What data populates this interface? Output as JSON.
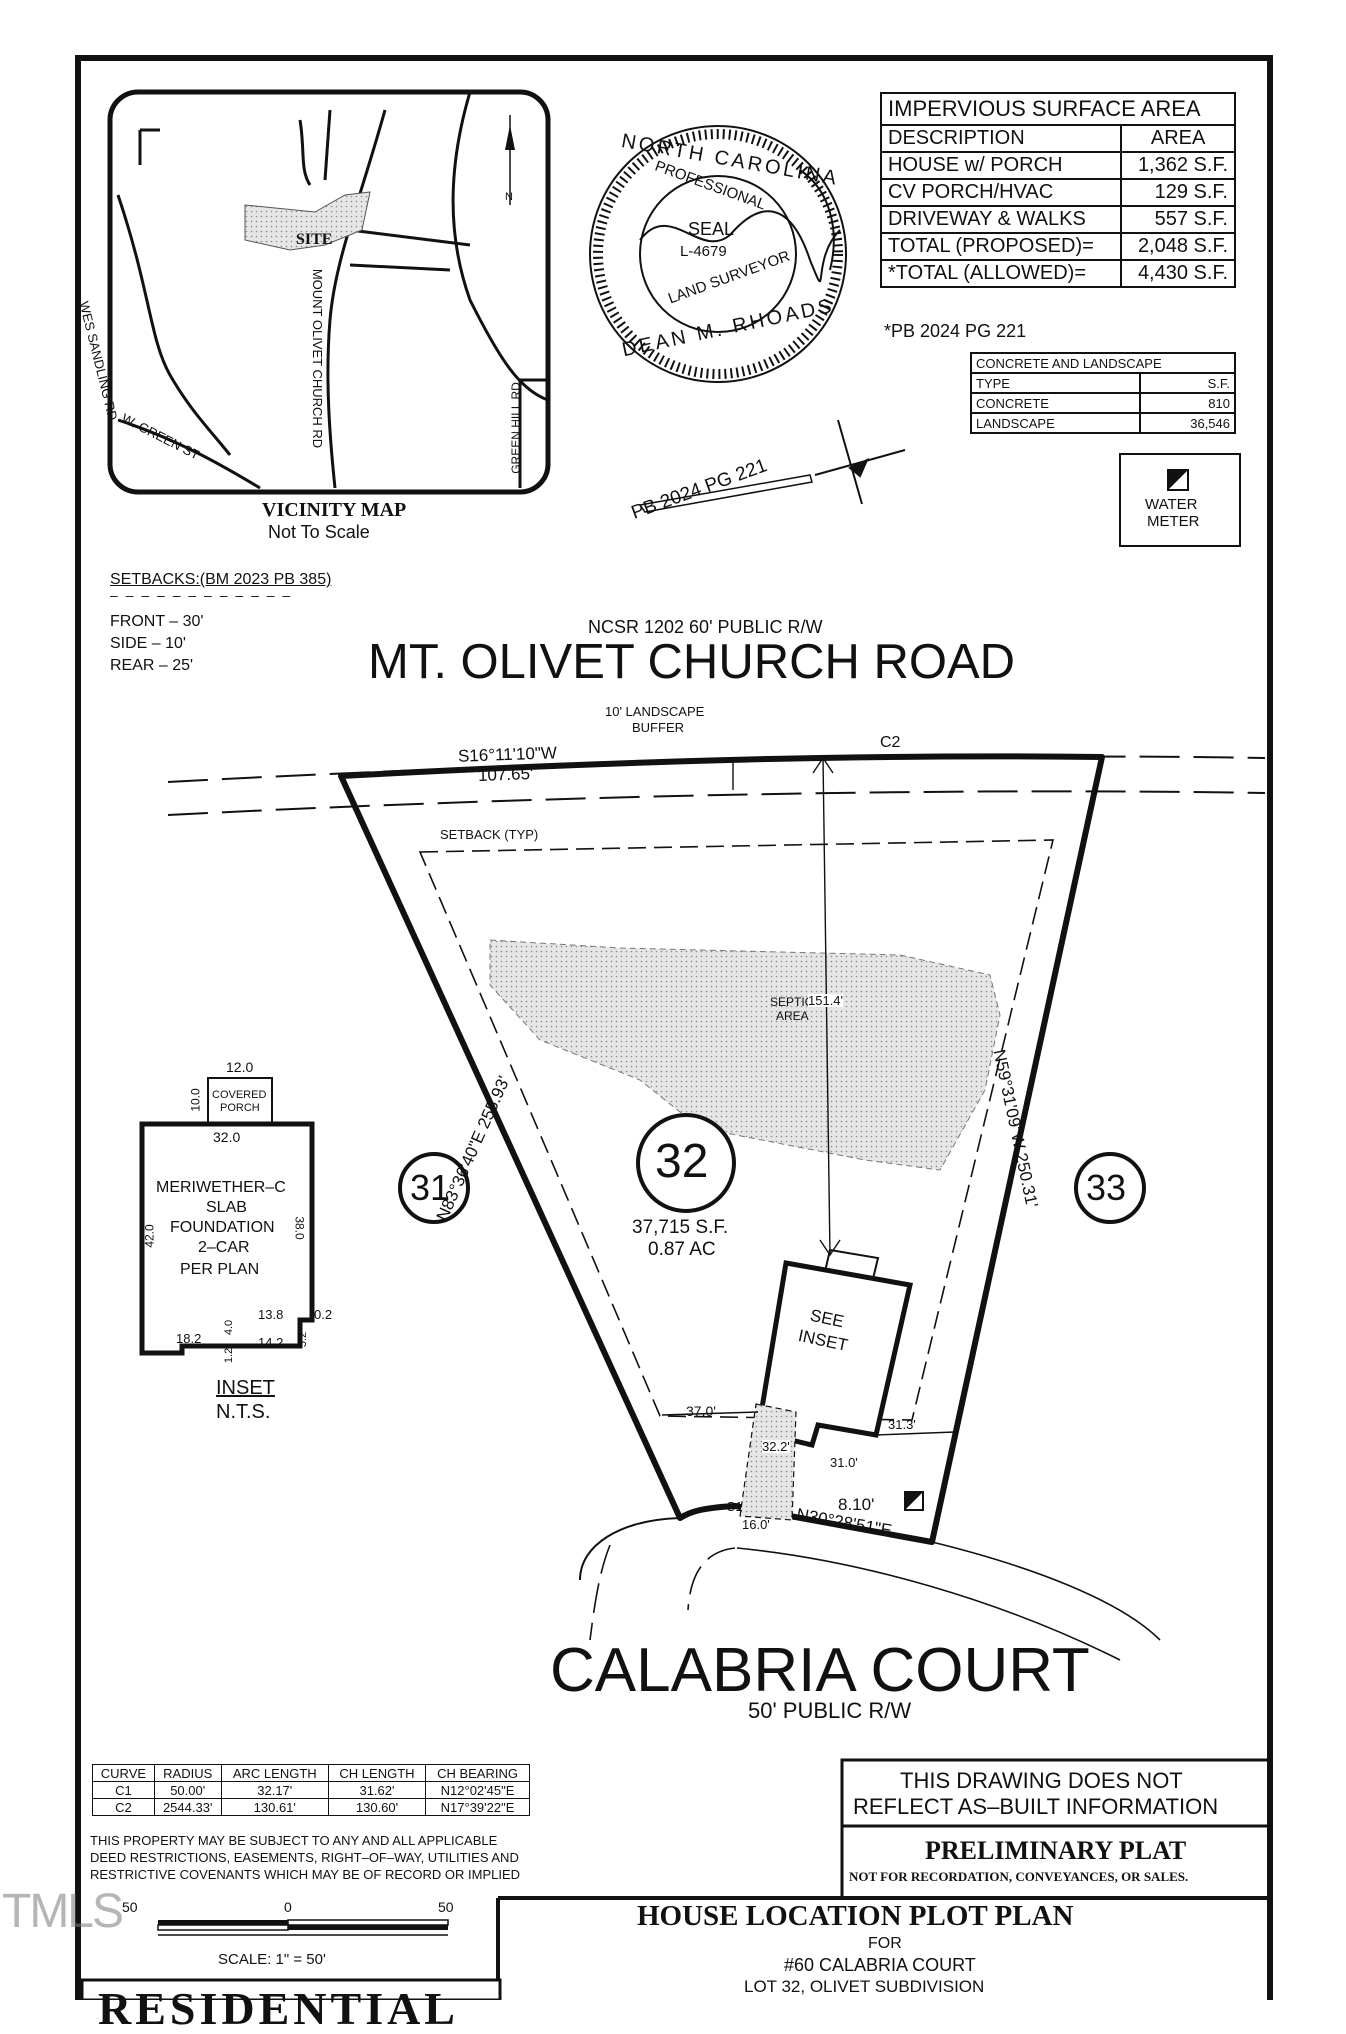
{
  "vicinity_map": {
    "title": "VICINITY MAP",
    "subtitle": "Not To Scale",
    "site_label": "SITE",
    "roads": [
      "WES SANDLING RD",
      "W. GREEN ST",
      "MOUNT OLIVET CHURCH RD",
      "GREEN HILL RD"
    ],
    "north_arrow": "N"
  },
  "seal": {
    "top_text": "NORTH CAROLINA",
    "middle_text": "PROFESSIONAL",
    "seal_word": "SEAL",
    "seal_number": "L-4679",
    "bottom_text": "LAND SURVEYOR",
    "name_text": "DEAN M. RHOADS"
  },
  "impervious": {
    "title": "IMPERVIOUS SURFACE AREA",
    "headers": [
      "DESCRIPTION",
      "AREA"
    ],
    "rows": [
      {
        "desc": "HOUSE w/ PORCH",
        "area": "1,362 S.F."
      },
      {
        "desc": "CV PORCH/HVAC",
        "area": "129 S.F."
      },
      {
        "desc": "DRIVEWAY & WALKS",
        "area": "557 S.F."
      },
      {
        "desc": "TOTAL (PROPOSED)=",
        "area": "2,048 S.F."
      },
      {
        "desc": "*TOTAL (ALLOWED)=",
        "area": "4,430 S.F."
      }
    ],
    "footnote": "*PB 2024 PG 221"
  },
  "concrete_landscape": {
    "title": "CONCRETE AND LANDSCAPE",
    "headers": [
      "TYPE",
      "S.F."
    ],
    "rows": [
      {
        "type": "CONCRETE",
        "sf": "810"
      },
      {
        "type": "LANDSCAPE",
        "sf": "36,546"
      }
    ]
  },
  "water_meter": {
    "line1": "WATER",
    "line2": "METER"
  },
  "plat_ref": "PB 2024 PG 221",
  "setbacks": {
    "title": "SETBACKS:(BM 2023 PB 385)",
    "front": "FRONT  –  30'",
    "side": "SIDE  –  10'",
    "rear": "REAR  –  25'"
  },
  "road_top": {
    "name": "MT. OLIVET CHURCH ROAD",
    "row": "NCSR 1202 60' PUBLIC R/W"
  },
  "road_bottom": {
    "name": "CALABRIA COURT",
    "row": "50' PUBLIC R/W"
  },
  "plot_labels": {
    "buffer1": "10' LANDSCAPE",
    "buffer2": "BUFFER",
    "bearing_top": "S16°11'10\"W",
    "dist_top": "107.65'",
    "curve_top": "C2",
    "setback": "SETBACK (TYP)",
    "septic1": "SEPTIC",
    "septic2": "AREA",
    "septic_dist": "151.4'",
    "west_line": "N83°36'40\"E  255.93'",
    "east_line": "N59°31'09\"W  250.31'",
    "lot": "32",
    "lot_left": "31",
    "lot_right": "33",
    "lot_area_sf": "37,715 S.F.",
    "lot_area_ac": "0.87 AC",
    "see_inset1": "SEE",
    "see_inset2": "INSET",
    "dim_37": "37.0'",
    "dim_322": "32.2'",
    "dim_313": "31.3'",
    "dim_310": "31.0'",
    "dim_810": "8.10'",
    "curve_c1": "C1",
    "dim_160": "16.0'",
    "bearing_bottom": "N30°28'51\"E"
  },
  "inset": {
    "porch_w": "12.0",
    "porch_h": "10.0",
    "porch_l1": "COVERED",
    "porch_l2": "PORCH",
    "top_w": "32.0",
    "left_h": "42.0",
    "right_h": "38.0",
    "lines": [
      "MERIWETHER–C",
      "SLAB",
      "FOUNDATION",
      "2–CAR",
      "PER PLAN"
    ],
    "d138": "13.8",
    "d02": "0.2",
    "d40": "4.0",
    "d182": "18.2",
    "d142": "14.2",
    "d52": "5.2",
    "d12": "1.2",
    "title": "INSET",
    "subtitle": "N.T.S."
  },
  "curve_table": {
    "headers": [
      "CURVE",
      "RADIUS",
      "ARC LENGTH",
      "CH LENGTH",
      "CH BEARING"
    ],
    "rows": [
      [
        "C1",
        "50.00'",
        "32.17'",
        "31.62'",
        "N12°02'45\"E"
      ],
      [
        "C2",
        "2544.33'",
        "130.61'",
        "130.60'",
        "N17°39'22\"E"
      ]
    ]
  },
  "notes": {
    "l1": "THIS PROPERTY MAY BE SUBJECT TO ANY AND ALL APPLICABLE",
    "l2": "DEED RESTRICTIONS, EASEMENTS, RIGHT–OF–WAY, UTILITIES AND",
    "l3": "RESTRICTIVE COVENANTS WHICH MAY BE OF RECORD OR IMPLIED"
  },
  "disclaimer": {
    "l1": "THIS DRAWING DOES NOT",
    "l2": "REFLECT AS–BUILT INFORMATION"
  },
  "preliminary": {
    "title": "PRELIMINARY PLAT",
    "sub": "NOT FOR RECORDATION, CONVEYANCES, OR SALES."
  },
  "scale": {
    "n50": "50",
    "zero": "0",
    "p50": "50",
    "label": "SCALE:  1\"  =  50'"
  },
  "title_block": {
    "title": "HOUSE LOCATION PLOT PLAN",
    "for": "FOR",
    "address": "#60 CALABRIA COURT",
    "lot": "LOT 32, OLIVET SUBDIVISION"
  },
  "residential": "RESIDENTIAL",
  "watermark": "TMLS"
}
